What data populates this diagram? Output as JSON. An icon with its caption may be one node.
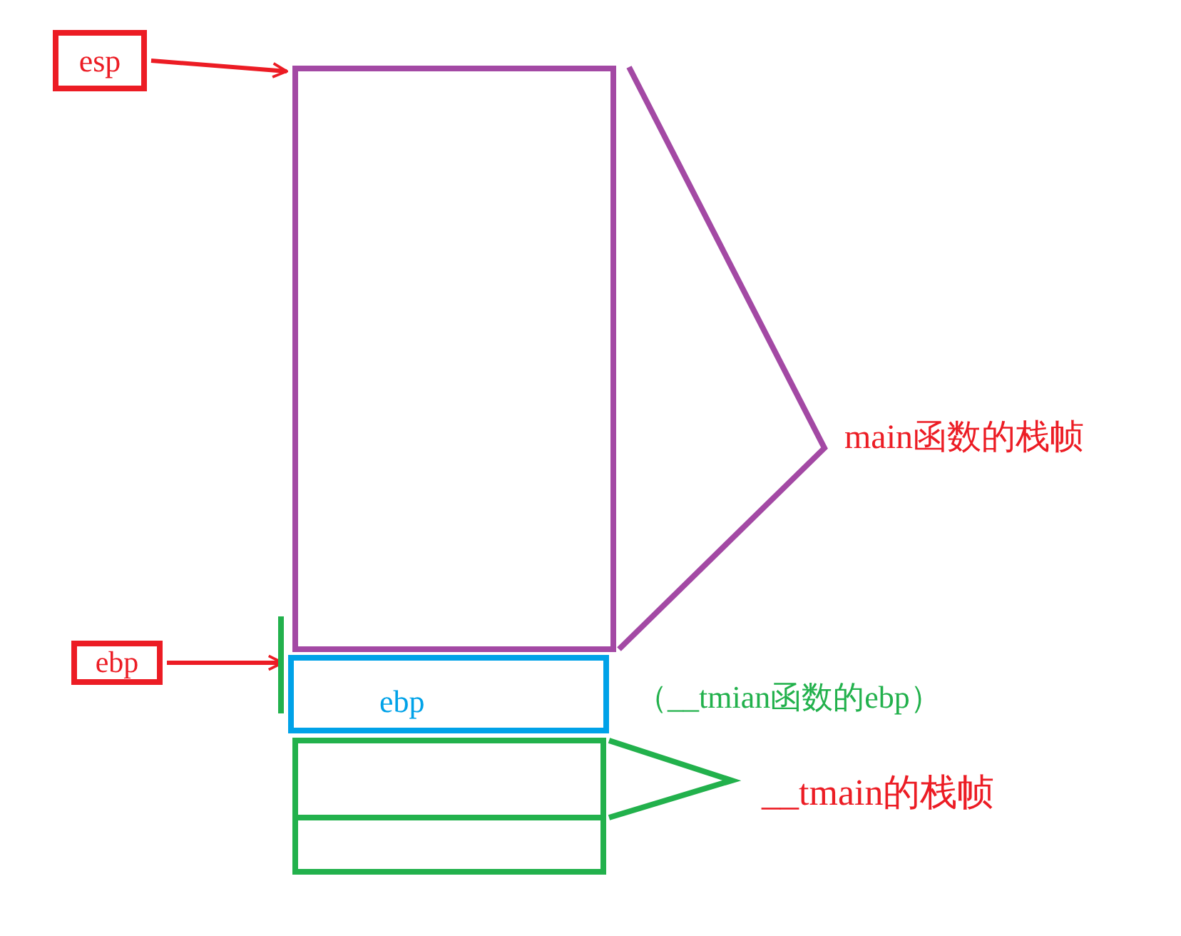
{
  "diagram": {
    "nodes": [
      {
        "text": [
          "esp"
        ]
      },
      {
        "text": [],
        "shape": "box"
      },
      {
        "text": [
          "ebp"
        ]
      },
      {
        "text": [
          "ebp"
        ]
      },
      {
        "text": [],
        "shape": "box"
      }
    ],
    "edges": [
      {
        "from": 0,
        "to": 1,
        "arrow": "to"
      },
      {
        "from": 2,
        "to": 3,
        "arrow": "to"
      }
    ],
    "labels": [
      "main函数的栈帧",
      "（__tmian函数的ebp）",
      "__tmain的栈帧"
    ]
  }
}
